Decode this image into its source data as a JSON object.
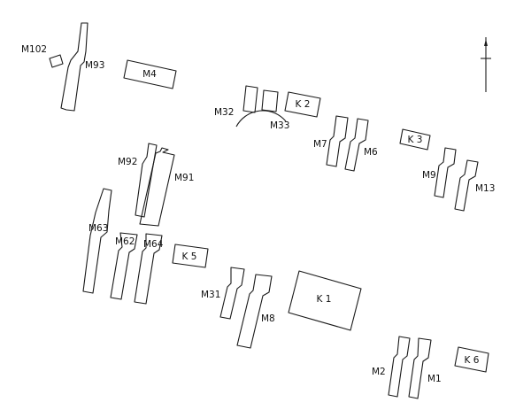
{
  "labels": {
    "m102": "M102",
    "m93": "M93",
    "m4": "M4",
    "m32": "M32",
    "m33": "M33",
    "k2": "K 2",
    "m7": "M7",
    "m6": "M6",
    "k3": "K 3",
    "m9": "M9",
    "m13": "M13",
    "m92": "M92",
    "m91": "M91",
    "m63": "M63",
    "m62": "M62",
    "m64": "M64",
    "k5": "K 5",
    "m31": "M31",
    "m8": "M8",
    "k1": "K 1",
    "m2": "M2",
    "m1": "M1",
    "k6": "K 6"
  },
  "colors": {
    "ink": "#1a1a1a",
    "background": "#ffffff"
  },
  "icons": {
    "north_arrow": "north-arrow-icon"
  }
}
